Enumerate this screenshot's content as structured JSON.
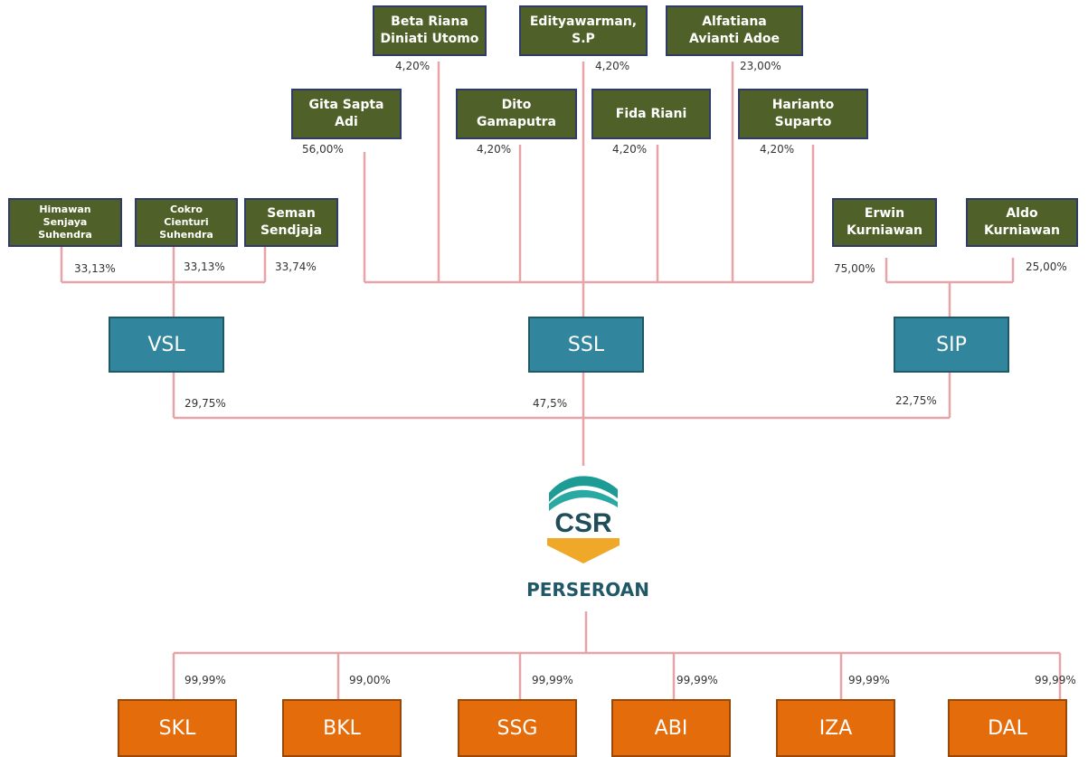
{
  "individuals_top": [
    {
      "name": "Beta Riana\nDiniati Utomo",
      "pct": "4,20%"
    },
    {
      "name": "Edityawarman,\nS.P",
      "pct": "4,20%"
    },
    {
      "name": "Alfatiana\nAvianti Adoe",
      "pct": "23,00%"
    },
    {
      "name": "Gita Sapta\nAdi",
      "pct": "56,00%"
    },
    {
      "name": "Dito\nGamaputra",
      "pct": "4,20%"
    },
    {
      "name": "Fida Riani",
      "pct": "4,20%"
    },
    {
      "name": "Harianto\nSuparto",
      "pct": "4,20%"
    }
  ],
  "vsl_owners": [
    {
      "name": "Himawan\nSenjaya\nSuhendra",
      "pct": "33,13%"
    },
    {
      "name": "Cokro\nCienturi\nSuhendra",
      "pct": "33,13%"
    },
    {
      "name": "Seman\nSendjaja",
      "pct": "33,74%"
    }
  ],
  "sip_owners": [
    {
      "name": "Erwin\nKurniawan",
      "pct": "75,00%"
    },
    {
      "name": "Aldo\nKurniawan",
      "pct": "25,00%"
    }
  ],
  "holding": [
    {
      "name": "VSL",
      "pct": "29,75%"
    },
    {
      "name": "SSL",
      "pct": "47,5%"
    },
    {
      "name": "SIP",
      "pct": "22,75%"
    }
  ],
  "center": {
    "logo_text": "CSR",
    "caption": "PERSEROAN"
  },
  "subsidiaries": [
    {
      "name": "SKL",
      "pct": "99,99%"
    },
    {
      "name": "BKL",
      "pct": "99,00%"
    },
    {
      "name": "SSG",
      "pct": "99,99%"
    },
    {
      "name": "ABI",
      "pct": "99,99%"
    },
    {
      "name": "IZA",
      "pct": "99,99%"
    },
    {
      "name": "DAL",
      "pct": "99,99%"
    }
  ],
  "colors": {
    "individual": "#4f6128",
    "holding": "#31859c",
    "subsidiary": "#e46c0a",
    "connector": "#e6a3a8",
    "caption": "#215868"
  }
}
